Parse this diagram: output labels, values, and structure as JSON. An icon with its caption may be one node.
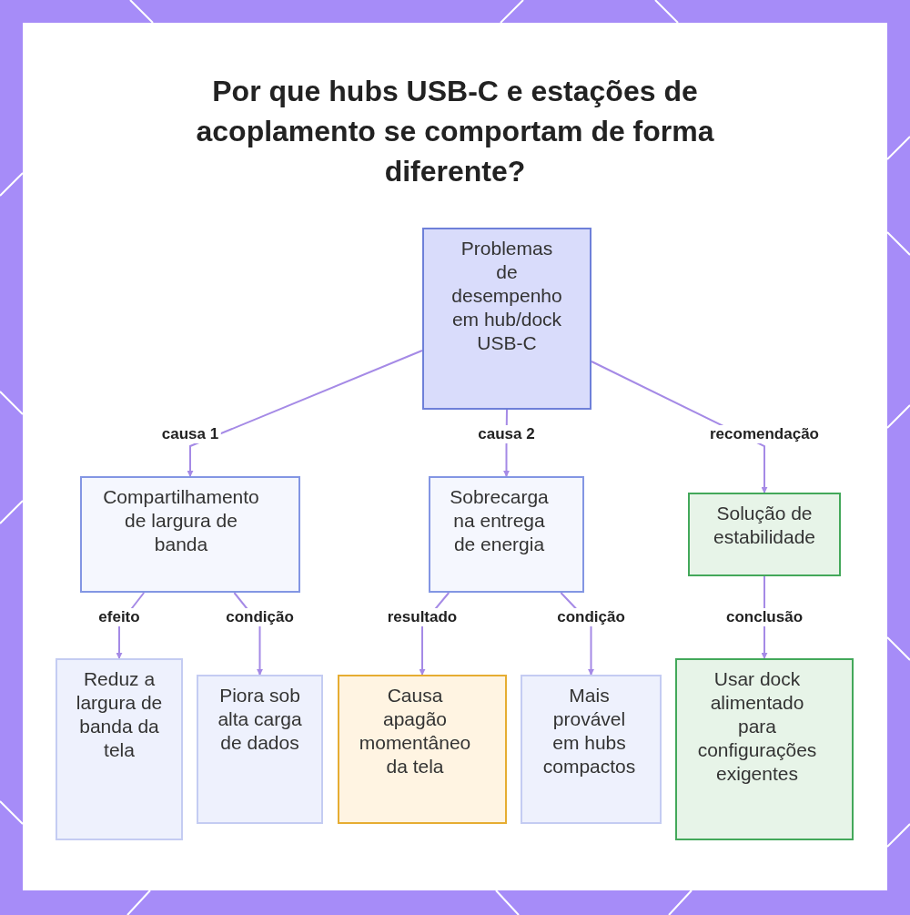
{
  "diagram": {
    "title": "Por que hubs USB-C e estações de acoplamento se comportam de forma diferente?",
    "nodes": [
      {
        "text": [
          "Problemas de desempenho em hub/dock USB-C"
        ]
      },
      {
        "text": [
          "Compartilhamento de largura de banda"
        ]
      },
      {
        "text": [
          "Sobrecarga na entrega de energia"
        ]
      },
      {
        "text": [
          "Solução de estabilidade"
        ]
      },
      {
        "text": [
          "Reduz a largura de banda da tela"
        ]
      },
      {
        "text": [
          "Piora sob alta carga de dados"
        ]
      },
      {
        "text": [
          "Causa apagão momentâneo da tela"
        ]
      },
      {
        "text": [
          "Mais provável em hubs compactos"
        ]
      },
      {
        "text": [
          "Usar dock alimentado para configurações exigentes"
        ]
      }
    ],
    "edges": [
      {
        "from": 0,
        "to": 1,
        "arrow": "to",
        "label": "causa 1"
      },
      {
        "from": 0,
        "to": 2,
        "arrow": "to",
        "label": "causa 2"
      },
      {
        "from": 0,
        "to": 3,
        "arrow": "to",
        "label": "recomendação"
      },
      {
        "from": 1,
        "to": 4,
        "arrow": "to",
        "label": "efeito"
      },
      {
        "from": 1,
        "to": 5,
        "arrow": "to",
        "label": "condição"
      },
      {
        "from": 2,
        "to": 6,
        "arrow": "to",
        "label": "resultado"
      },
      {
        "from": 2,
        "to": 7,
        "arrow": "to",
        "label": "condição"
      },
      {
        "from": 3,
        "to": 8,
        "arrow": "to",
        "label": "conclusão"
      }
    ]
  }
}
